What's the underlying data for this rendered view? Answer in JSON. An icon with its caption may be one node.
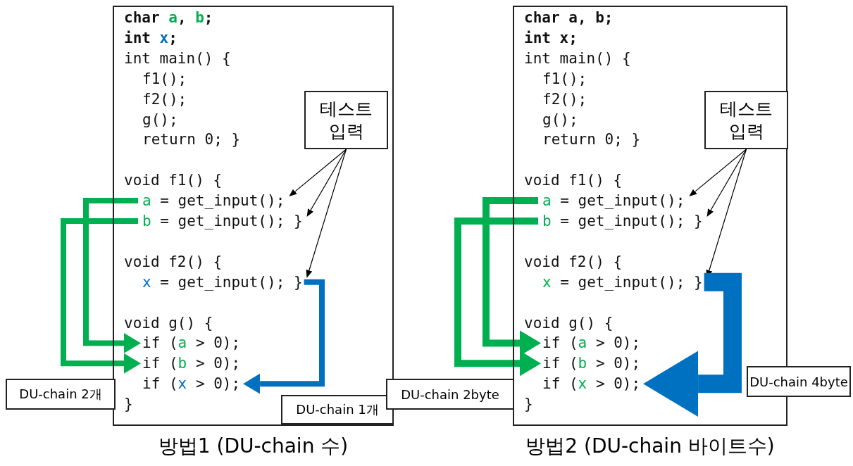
{
  "diagram": {
    "nodes": [
      {
        "text": [
          "방법1 (DU-chain 수)"
        ]
      },
      {
        "text": [
          "char ",
          "a",
          ", ",
          "b",
          ";"
        ],
        "in": 0
      },
      {
        "text": [
          "int ",
          "x",
          ";"
        ],
        "in": 0
      },
      {
        "text": [
          "int main() {"
        ],
        "in": 0
      },
      {
        "text": [
          "f1();"
        ],
        "in": 0
      },
      {
        "text": [
          "f2();"
        ],
        "in": 0
      },
      {
        "text": [
          "g();"
        ],
        "in": 0
      },
      {
        "text": [
          "return 0; }"
        ],
        "in": 0
      },
      {
        "text": [
          "void f1() {"
        ],
        "in": 0
      },
      {
        "text": [
          "a",
          " = get_input();"
        ],
        "in": 0
      },
      {
        "text": [
          "b",
          " = get_input(); }"
        ],
        "in": 0
      },
      {
        "text": [
          "void f2() {"
        ],
        "in": 0
      },
      {
        "text": [
          "x",
          " = get_input(); }"
        ],
        "in": 0
      },
      {
        "text": [
          "void g() {"
        ],
        "in": 0
      },
      {
        "text": [
          "if (",
          "a",
          " > 0);"
        ],
        "in": 0
      },
      {
        "text": [
          "if (",
          "b",
          " > 0);"
        ],
        "in": 0
      },
      {
        "text": [
          "if (",
          "x",
          " > 0);"
        ],
        "in": 0
      },
      {
        "text": [
          "}"
        ],
        "in": 0
      },
      {
        "text": [
          "테스트 입력"
        ],
        "in": 0
      },
      {
        "text": [
          "DU-chain 2개"
        ]
      },
      {
        "text": [
          "DU-chain 1개"
        ],
        "in": 0
      },
      {
        "text": [
          "방법2 (DU-chain 바이트수)"
        ]
      },
      {
        "text": [
          "char ",
          "a",
          ", ",
          "b",
          ";"
        ],
        "in": 21
      },
      {
        "text": [
          "int ",
          "x",
          ";"
        ],
        "in": 21
      },
      {
        "text": [
          "int main() {"
        ],
        "in": 21
      },
      {
        "text": [
          "f1();"
        ],
        "in": 21
      },
      {
        "text": [
          "f2();"
        ],
        "in": 21
      },
      {
        "text": [
          "g();"
        ],
        "in": 21
      },
      {
        "text": [
          "return 0; }"
        ],
        "in": 21
      },
      {
        "text": [
          "void f1() {"
        ],
        "in": 21
      },
      {
        "text": [
          "a",
          " = get_input();"
        ],
        "in": 21
      },
      {
        "text": [
          "b",
          " = get_input(); }"
        ],
        "in": 21
      },
      {
        "text": [
          "void f2() {"
        ],
        "in": 21
      },
      {
        "text": [
          "x",
          " = get_input(); }"
        ],
        "in": 21
      },
      {
        "text": [
          "void g() {"
        ],
        "in": 21
      },
      {
        "text": [
          "if (",
          "a",
          " > 0);"
        ],
        "in": 21
      },
      {
        "text": [
          "if (",
          "b",
          " > 0);"
        ],
        "in": 21
      },
      {
        "text": [
          "if (",
          "x",
          " > 0);"
        ],
        "in": 21
      },
      {
        "text": [
          "}"
        ],
        "in": 21
      },
      {
        "text": [
          "테스트 입력"
        ],
        "in": 21
      },
      {
        "text": [
          "DU-chain 2byte"
        ]
      },
      {
        "text": [
          "DU-chain 4byte"
        ]
      }
    ],
    "edges": [
      {
        "from": 18,
        "to": 9,
        "arrow": "to"
      },
      {
        "from": 18,
        "to": 10,
        "arrow": "to"
      },
      {
        "from": 18,
        "to": 12,
        "arrow": "to"
      },
      {
        "from": 9,
        "to": 14,
        "arrow": "to",
        "style": "thick",
        "color": "#00b050"
      },
      {
        "from": 10,
        "to": 15,
        "arrow": "to",
        "style": "thick",
        "color": "#00b050"
      },
      {
        "from": 12,
        "to": 16,
        "arrow": "to",
        "style": "thick",
        "color": "#0070c0"
      },
      {
        "from": 39,
        "to": 30,
        "arrow": "to"
      },
      {
        "from": 39,
        "to": 31,
        "arrow": "to"
      },
      {
        "from": 39,
        "to": 33,
        "arrow": "to"
      },
      {
        "from": 30,
        "to": 35,
        "arrow": "to",
        "style": "thick",
        "color": "#00b050"
      },
      {
        "from": 31,
        "to": 36,
        "arrow": "to",
        "style": "thick",
        "color": "#00b050"
      },
      {
        "from": 33,
        "to": 37,
        "arrow": "to",
        "style": "thick",
        "color": "#0070c0"
      }
    ]
  }
}
